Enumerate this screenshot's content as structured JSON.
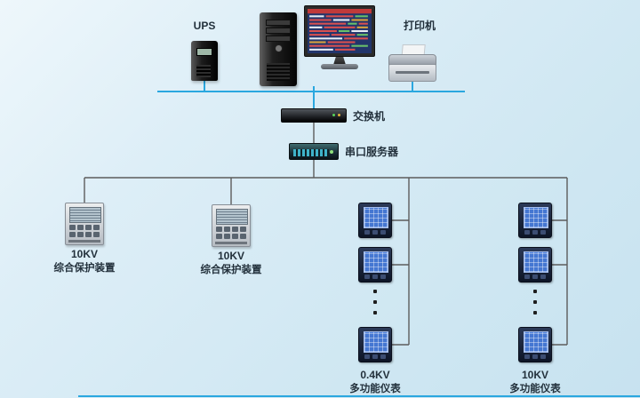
{
  "colors": {
    "network_line": "#2aa7df",
    "wire_line": "#5c5c5c",
    "label_text": "#23313c",
    "background": "#cfe7f2"
  },
  "nodes": {
    "ups": {
      "label": "UPS"
    },
    "printer": {
      "label": "打印机"
    },
    "switch": {
      "label": "交换机"
    },
    "serial_server": {
      "label": "串口服务器"
    },
    "protection_left": {
      "kv": "10KV",
      "name": "综合保护装置"
    },
    "protection_right": {
      "kv": "10KV",
      "name": "综合保护装置"
    },
    "meter_column_04kv": {
      "kv": "0.4KV",
      "name": "多功能仪表"
    },
    "meter_column_10kv": {
      "kv": "10KV",
      "name": "多功能仪表"
    }
  }
}
